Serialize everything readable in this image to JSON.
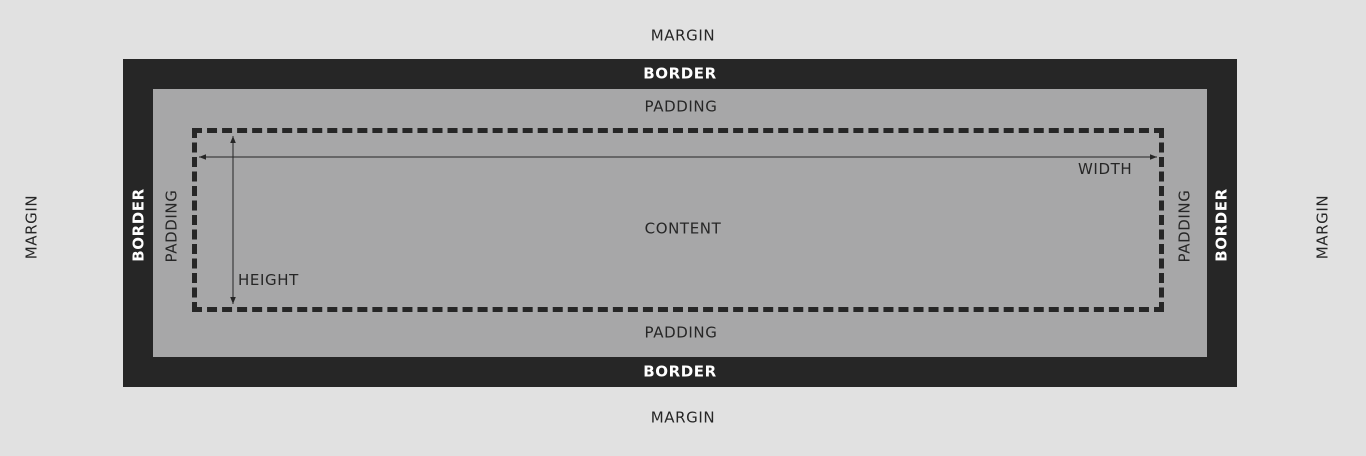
{
  "diagram": {
    "margin_label": "MARGIN",
    "border_label": "BORDER",
    "padding_label": "PADDING",
    "content_label": "CONTENT",
    "width_label": "WIDTH",
    "height_label": "HEIGHT"
  },
  "colors": {
    "background": "#e1e1e1",
    "border": "#262626",
    "padding": "#a7a7a8",
    "text_dark": "#262626",
    "text_light": "#ffffff"
  }
}
